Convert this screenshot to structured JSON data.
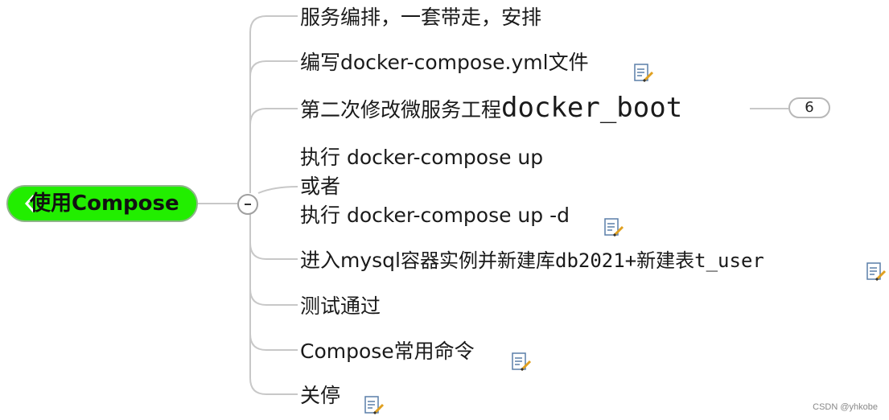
{
  "root": {
    "label": "使用Compose"
  },
  "topics": [
    {
      "name": "topic-orchestration",
      "label": "服务编排，一套带走，安排",
      "has_note": false
    },
    {
      "name": "topic-write-compose-file",
      "label": "编写docker-compose.yml文件",
      "has_note": true
    },
    {
      "name": "topic-modify-service",
      "label_main": "第二次修改微服务工程",
      "label_tail": "docker_boot",
      "has_note": false,
      "collapsed_count": "6"
    },
    {
      "name": "topic-run-compose",
      "lines": [
        "执行 docker-compose up",
        "或者",
        "执行 docker-compose up -d"
      ],
      "has_note": true
    },
    {
      "name": "topic-mysql-container",
      "label_main": "进入mysql",
      "label_tail": "容器实例并新建库db2021+新建表t_user",
      "has_note": true
    },
    {
      "name": "topic-test-pass",
      "label": "测试通过",
      "has_note": false
    },
    {
      "name": "topic-compose-commands",
      "label": "Compose常用命令",
      "has_note": true
    },
    {
      "name": "topic-shutdown",
      "label": "关停",
      "has_note": true
    }
  ],
  "icons": {
    "note": "note-icon",
    "collapse": "minus-circle-icon",
    "root_marker": "chevron-left-icon"
  },
  "colors": {
    "root_fill": "#22ee00",
    "connector": "#c8c8c8"
  },
  "watermark": "CSDN @yhkobe"
}
